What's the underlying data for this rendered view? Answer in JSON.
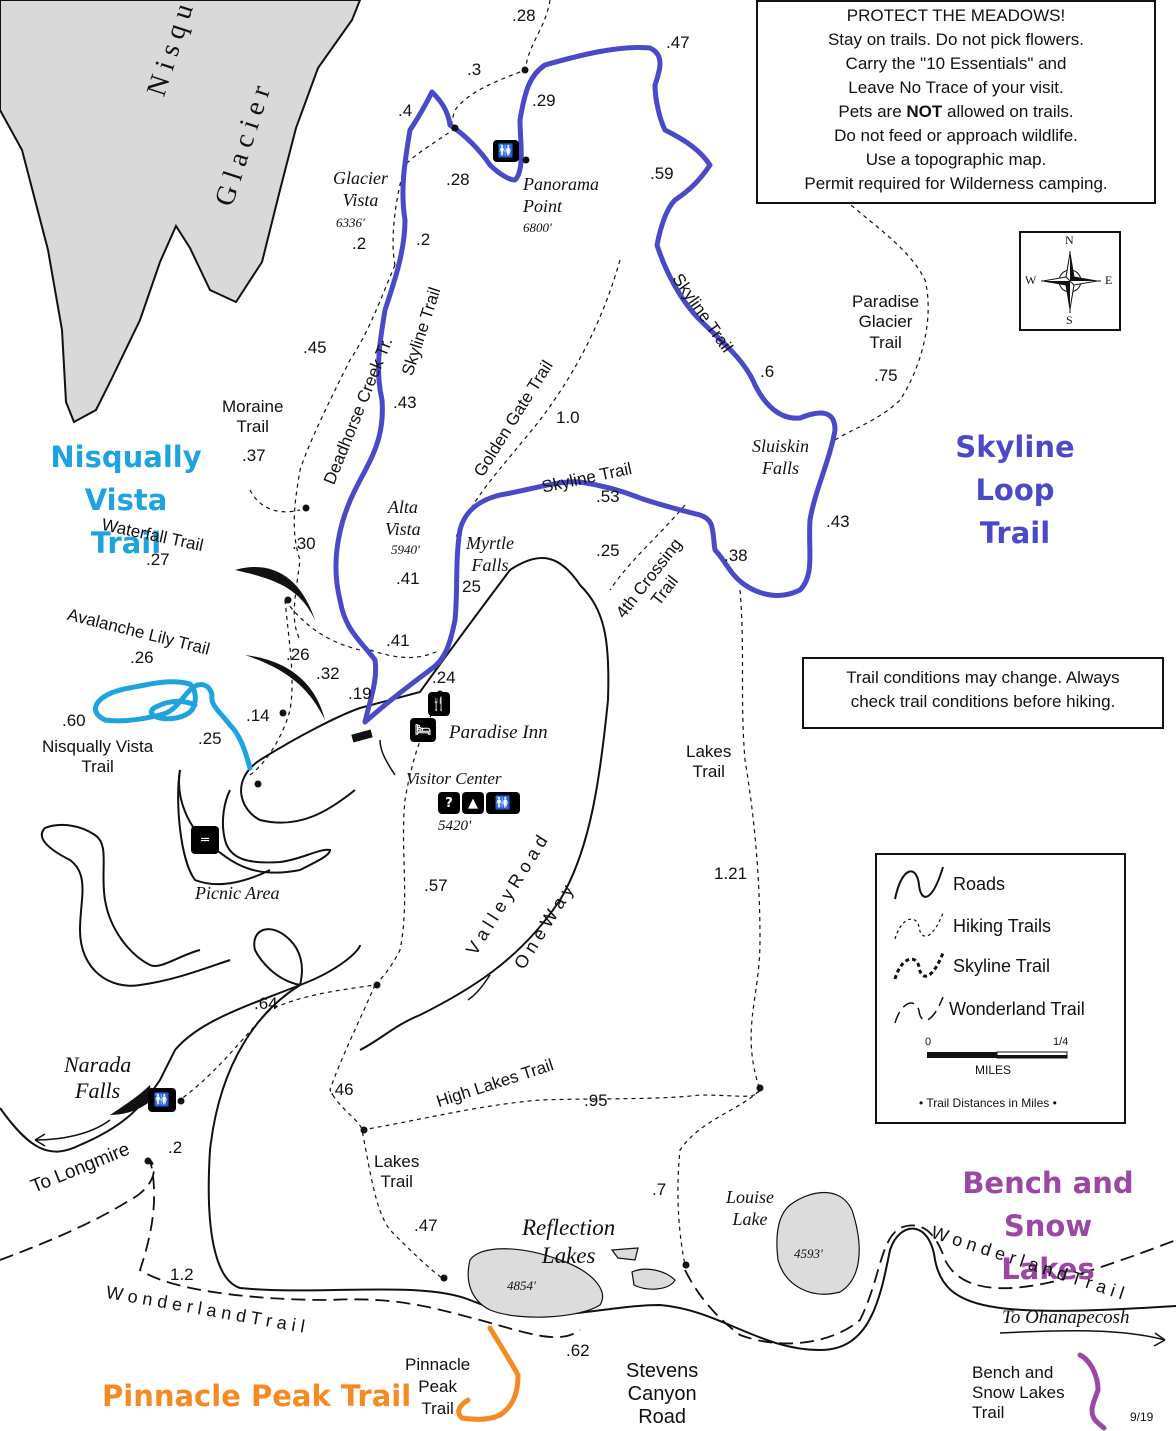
{
  "colors": {
    "skyline": "#4a4ac8",
    "nisqually": "#1ea3de",
    "pinnacle": "#f58a23",
    "bench": "#9b47a4",
    "glacier": "#d9d9d9",
    "lake": "#dcdcdc"
  },
  "notice": {
    "lines": [
      "PROTECT THE MEADOWS!",
      "Stay on trails. Do not pick flowers.",
      "Carry the \"10 Essentials\" and",
      "Leave No Trace of your visit.",
      "Pets are NOT allowed on trails.",
      "Do not feed or approach wildlife.",
      "Use a topographic map.",
      "Permit required for Wilderness camping."
    ]
  },
  "conditions": {
    "line1": "Trail conditions may change. Always",
    "line2": "check trail conditions before hiking."
  },
  "compass": {
    "n": "N",
    "s": "S",
    "e": "E",
    "w": "W"
  },
  "legend": {
    "roads": "Roads",
    "hiking": "Hiking Trails",
    "skyline": "Skyline Trail",
    "wonderland": "Wonderland Trail",
    "scale_start": "0",
    "scale_end": "1/4",
    "scale_unit": "MILES",
    "distances_note": "• Trail Distances in Miles •"
  },
  "featured": {
    "nisqually_vista": "Nisqually Vista\nTrail",
    "skyline_loop": "Skyline Loop\nTrail",
    "bench_snow": "Bench and\nSnow Lakes",
    "pinnacle_peak": "Pinnacle Peak Trail"
  },
  "places": {
    "glacier": "N i s q u a l l y",
    "glacier2": "G l a c i e r",
    "panorama": "Panorama\nPoint",
    "panorama_elev": "6800'",
    "glacier_vista": "Glacier\nVista",
    "glacier_vista_elev": "6336'",
    "alta_vista": "Alta\nVista",
    "alta_vista_elev": "5940'",
    "myrtle": "Myrtle\nFalls",
    "sluiskin": "Sluiskin\nFalls",
    "paradise_inn": "Paradise Inn",
    "visitor_center": "Visitor Center",
    "visitor_elev": "5420'",
    "picnic": "Picnic Area",
    "narada": "Narada\nFalls",
    "reflection": "Reflection\nLakes",
    "reflection_elev": "4854'",
    "louise": "Louise\nLake",
    "louise_elev": "4593'",
    "to_longmire": "To Longmire",
    "to_ohanapecosh": "To Ohanapecosh",
    "version": "9/19"
  },
  "trails": {
    "skyline_trail": "Skyline Trail",
    "skyline_trail_ne": "Skyline Trail",
    "skyline_trail_low": "Skyline Trail",
    "deadhorse": "Deadhorse Creek Tr.",
    "golden_gate": "Golden Gate Trail",
    "fourth_crossing": "4th Crossing\nTrail",
    "moraine": "Moraine\nTrail",
    "paradise_glacier": "Paradise\nGlacier\nTrail",
    "waterfall": "Waterfall Trail",
    "avalanche": "Avalanche Lily Trail",
    "nisqually_vista_small": "Nisqually Vista\nTrail",
    "lakes_trail_e": "Lakes\nTrail",
    "lakes_trail_s": "Lakes\nTrail",
    "high_lakes": "High Lakes Trail",
    "valley_road": "V a l l e y   R o a d",
    "one_way": "O n e   W a y",
    "wonderland_w": "W o n d e r l a n d   T r a i l",
    "wonderland_e": "W o n d e r l a n d   T r a i l",
    "stevens": "Stevens\nCanyon\nRoad",
    "pinnacle_small": "Pinnacle\nPeak\nTrail",
    "bench_small": "Bench and\nSnow Lakes\nTrail"
  },
  "distances": {
    "d028": ".28",
    "d03": ".3",
    "d047a": ".47",
    "d029": ".29",
    "d04": ".4",
    "d028b": ".28",
    "d059": ".59",
    "d02a": ".2",
    "d02b": ".2",
    "d045": ".45",
    "d043a": ".43",
    "d06": ".6",
    "d075": ".75",
    "d037": ".37",
    "d10": "1.0",
    "d053": ".53",
    "d043b": ".43",
    "d030": ".30",
    "d027": ".27",
    "d041a": ".41",
    "d025a": "25",
    "d025b": ".25",
    "d038": ".38",
    "d026a": ".26",
    "d026b": ".26",
    "d032": ".32",
    "d041b": ".41",
    "d019": ".19",
    "d024": ".24",
    "d014": ".14",
    "d060": ".60",
    "d025c": ".25",
    "d121": "1.21",
    "d057": ".57",
    "d064": ".64",
    "d046": ".46",
    "d095": ".95",
    "d02c": ".2",
    "d07": ".7",
    "d047b": ".47",
    "d12": "1.2",
    "d062": ".62"
  }
}
